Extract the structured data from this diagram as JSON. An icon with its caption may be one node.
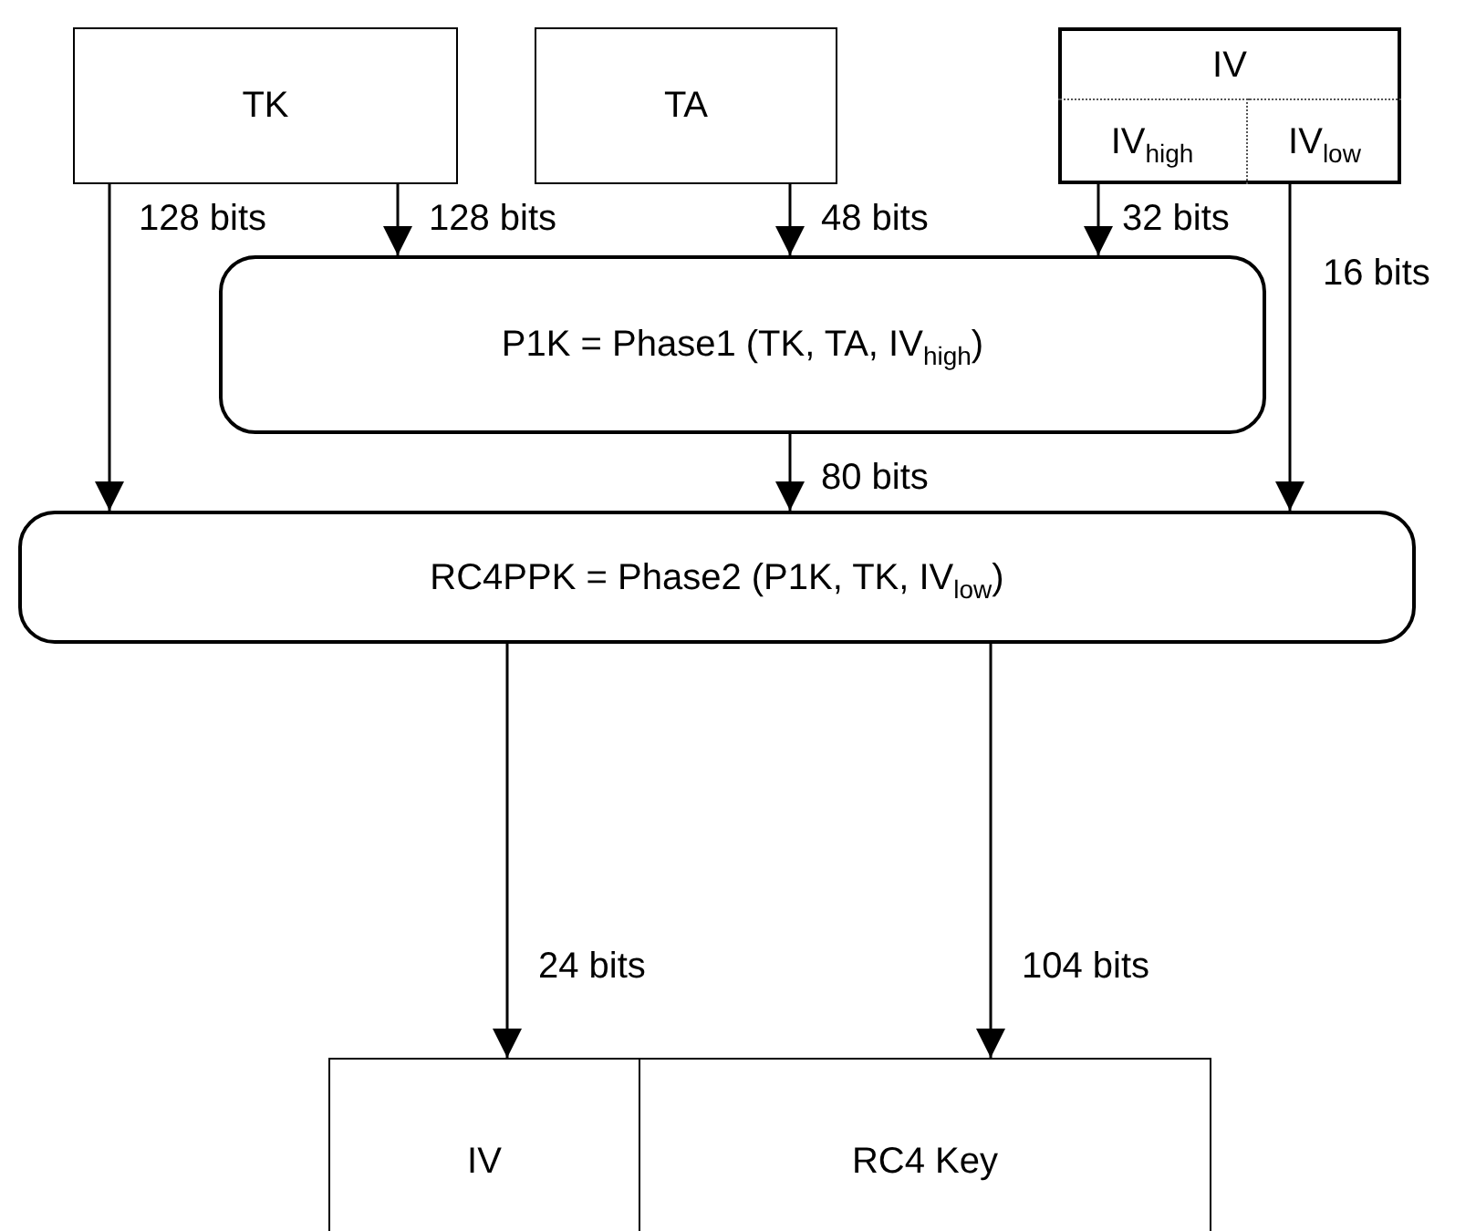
{
  "diagram": {
    "nodes": [
      {
        "text": [
          "TK"
        ]
      },
      {
        "text": [
          "TA"
        ]
      },
      {
        "text": [
          "IV"
        ]
      },
      {
        "text": [
          "IV$_{high}$"
        ],
        "in": 2
      },
      {
        "text": [
          "IV$_{low}$"
        ],
        "in": 2
      },
      {
        "text": [
          "P1K = Phase1 (TK, TA, IV$_{high}$)"
        ]
      },
      {
        "text": [
          "RC4PPK = Phase2 (P1K, TK, IV$_{low}$)"
        ]
      },
      {
        "text": [
          "IV"
        ]
      },
      {
        "text": [
          "RC4 Key"
        ]
      }
    ],
    "edges": [
      {
        "from": 0,
        "to": 6,
        "arrow": "to",
        "label": "128 bits"
      },
      {
        "from": 0,
        "to": 5,
        "arrow": "to",
        "label": "128 bits"
      },
      {
        "from": 1,
        "to": 5,
        "arrow": "to",
        "label": "48 bits"
      },
      {
        "from": 3,
        "to": 5,
        "arrow": "to",
        "label": "32 bits"
      },
      {
        "from": 4,
        "to": 6,
        "arrow": "to",
        "label": "16 bits"
      },
      {
        "from": 5,
        "to": 6,
        "arrow": "to",
        "label": "80 bits"
      },
      {
        "from": 6,
        "to": 7,
        "arrow": "to",
        "label": "24 bits"
      },
      {
        "from": 6,
        "to": 8,
        "arrow": "to",
        "label": "104 bits"
      }
    ]
  }
}
